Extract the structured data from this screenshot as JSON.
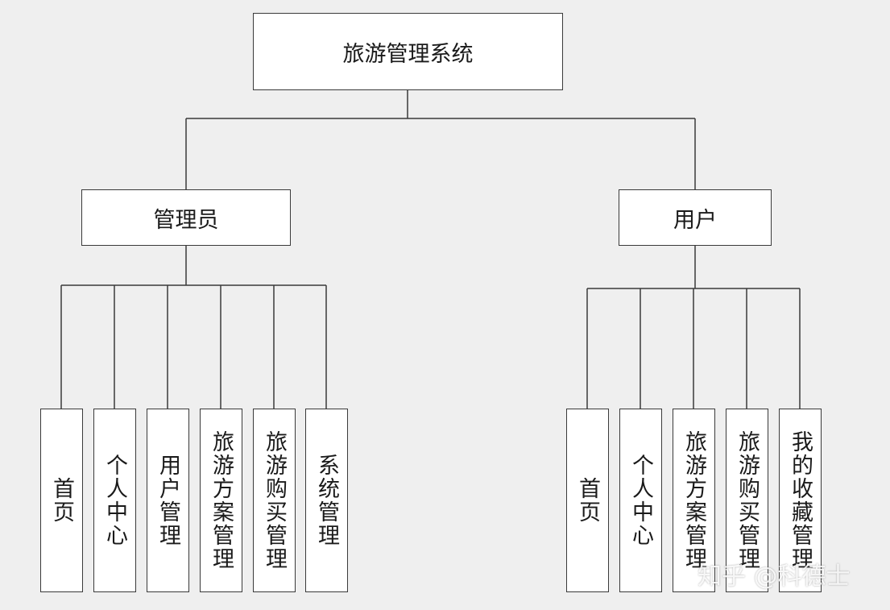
{
  "root": "旅游管理系统",
  "branches": [
    {
      "label": "管理员",
      "children": [
        "首页",
        "个人中心",
        "用户管理",
        "旅游方案管理",
        "旅游购买管理",
        "系统管理"
      ]
    },
    {
      "label": "用户",
      "children": [
        "首页",
        "个人中心",
        "旅游方案管理",
        "旅游购买管理",
        "我的收藏管理"
      ]
    }
  ],
  "watermark": "知乎 @科德士",
  "colors": {
    "background": "#efefef",
    "box": "#ffffff",
    "line": "#3a3a3a"
  }
}
